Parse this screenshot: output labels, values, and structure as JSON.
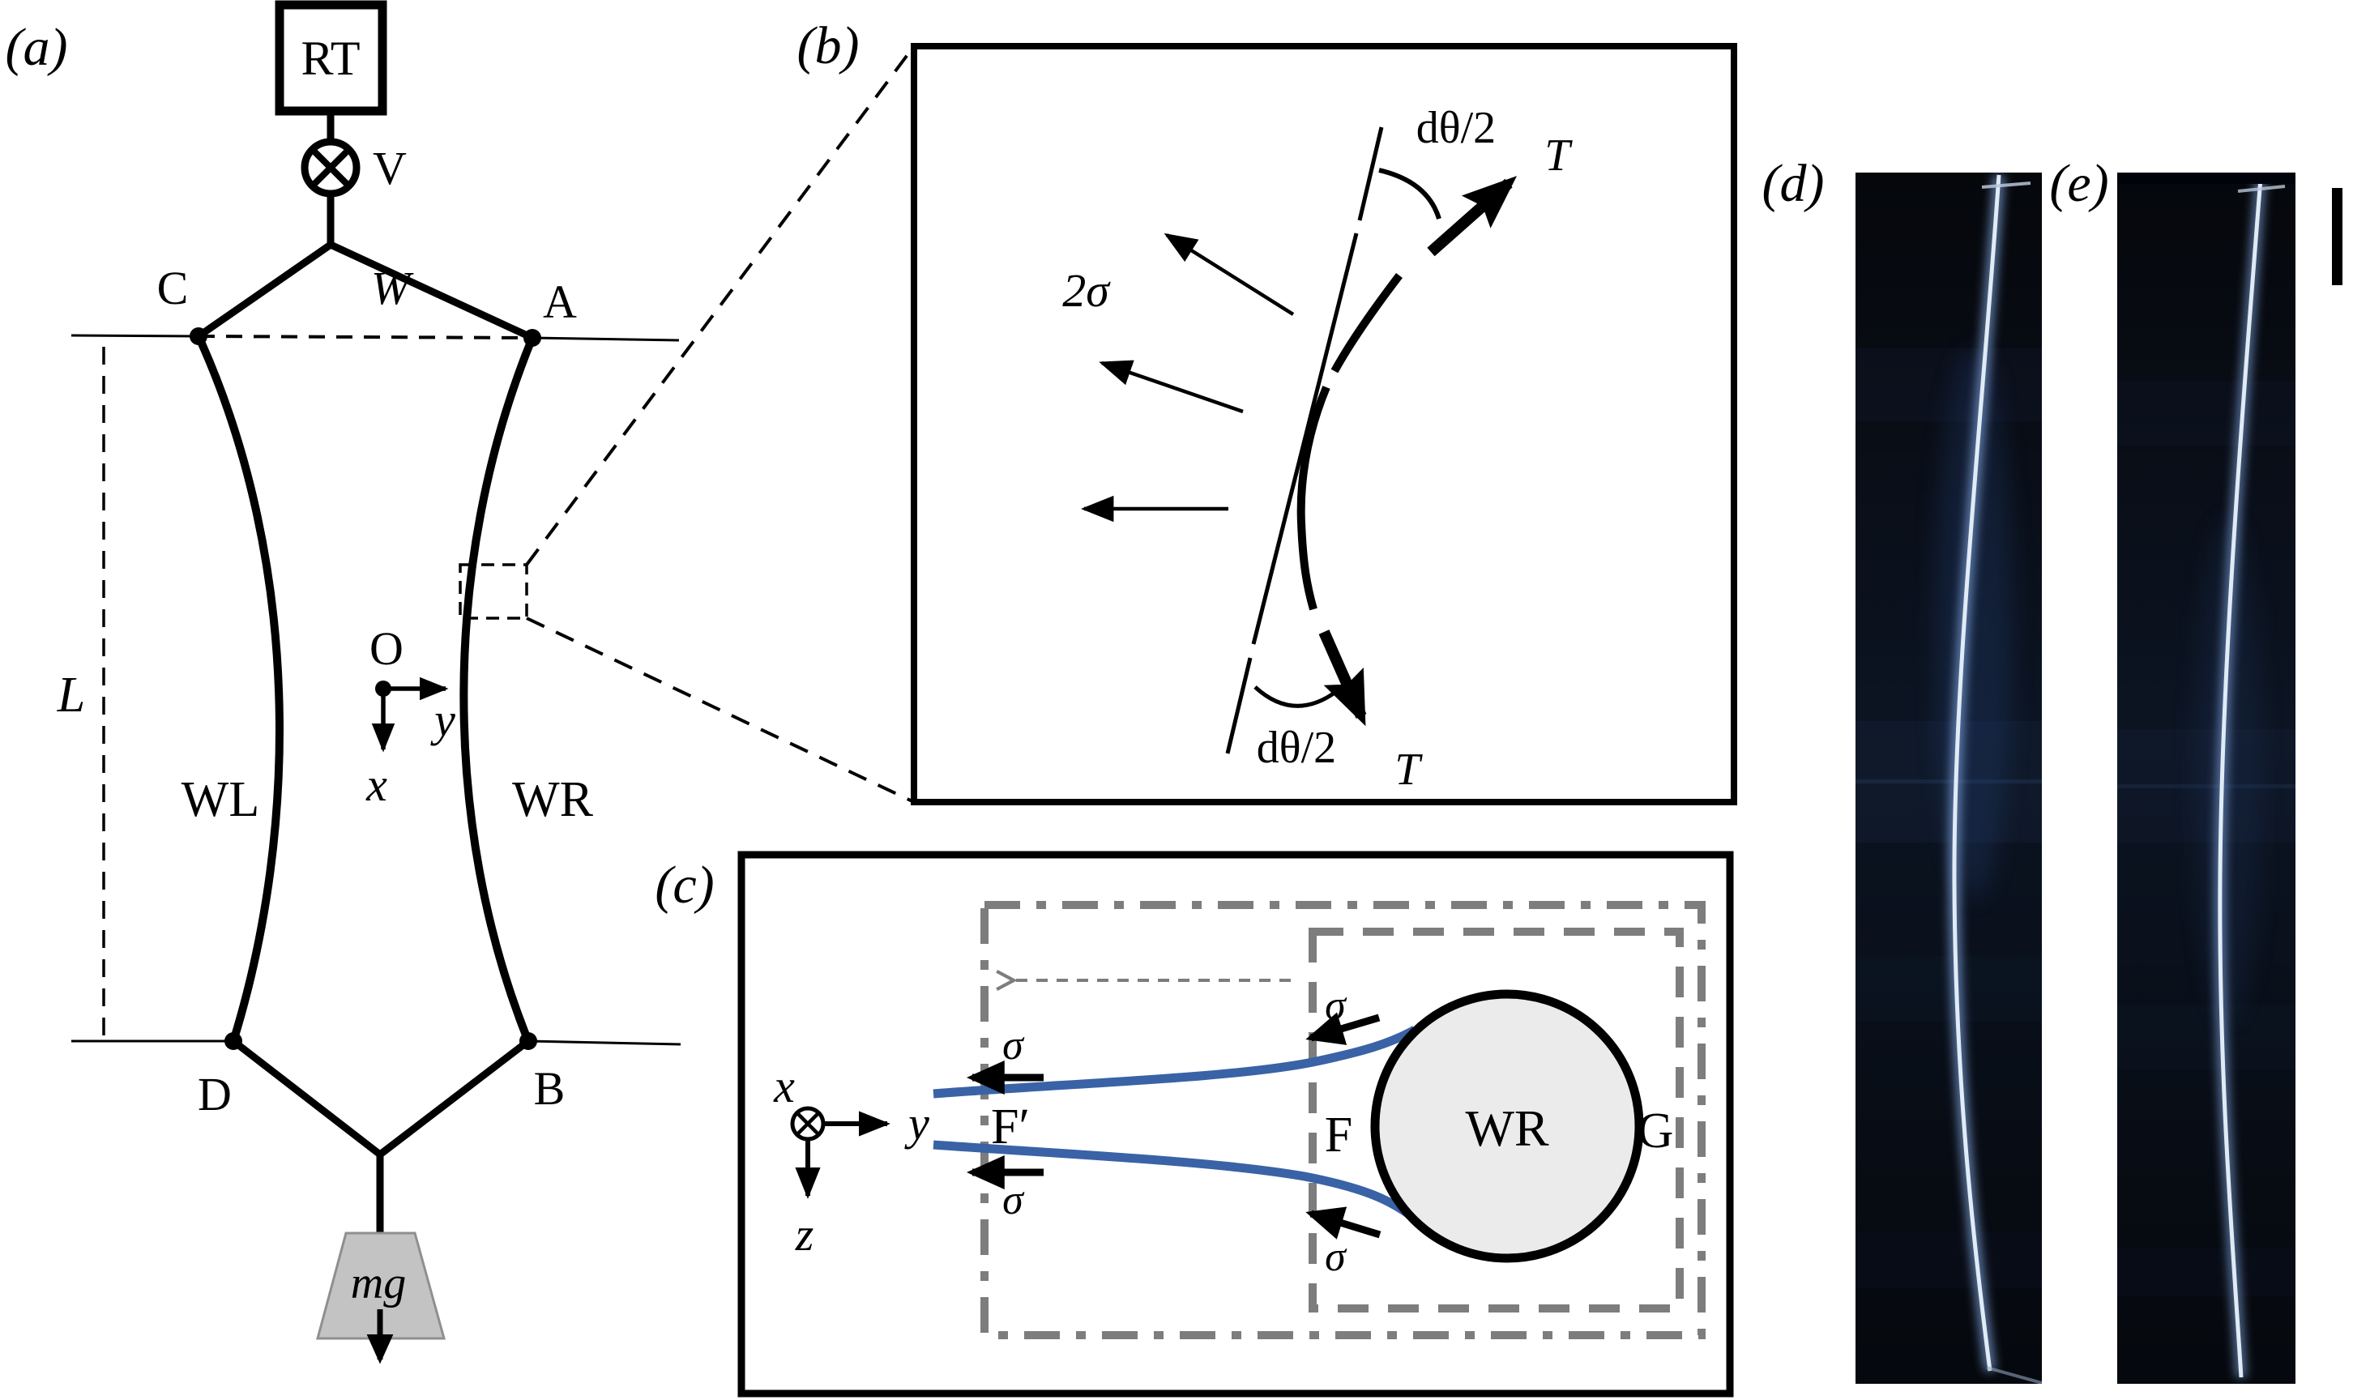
{
  "figure": {
    "type": "multi-panel physics figure: soap-film pulled wire experiment",
    "panel_letters": [
      "(a)",
      "(b)",
      "(c)",
      "(d)",
      "(e)"
    ]
  },
  "colors": {
    "diagram_black": "#000000",
    "film_blue": "#3a62a6",
    "dashed_gray": "#7d7d7d",
    "weight_gray": "#c3c3c3",
    "wire_ring_fill": "#ebebeb",
    "photo_background": "#070a10",
    "photo_wire_glow": "#7da0d8",
    "photo_wire_core": "#e9f2fc"
  },
  "panel_a": {
    "label": "(a)",
    "reservoir_label": "RT",
    "valve_label": "V",
    "corner_top_left": "C",
    "width_label": "W",
    "corner_top_right": "A",
    "length_label": "L",
    "wire_left_label": "WL",
    "wire_right_label": "WR",
    "origin_label": "O",
    "axis_y": "y",
    "axis_x": "x",
    "corner_bottom_left": "D",
    "corner_bottom_right": "B",
    "weight_label": "mg"
  },
  "panel_b": {
    "label": "(b)",
    "angle_label_top": "dθ/2",
    "tension_label_top": "T",
    "film_tension_label": "2σ",
    "angle_label_bottom": "dθ/2",
    "tension_label_bottom": "T"
  },
  "panel_c": {
    "label": "(c)",
    "axis_x": "x",
    "axis_y": "y",
    "axis_z": "z",
    "sigma_upper_left": "σ",
    "sigma_lower_left": "σ",
    "film_edge_label": "F′",
    "sigma_upper_right": "σ",
    "sigma_lower_right": "σ",
    "front_point_label": "F",
    "wire_label": "WR",
    "back_point_label": "G"
  },
  "panel_d": {
    "label": "(d)"
  },
  "panel_e": {
    "label": "(e)"
  }
}
